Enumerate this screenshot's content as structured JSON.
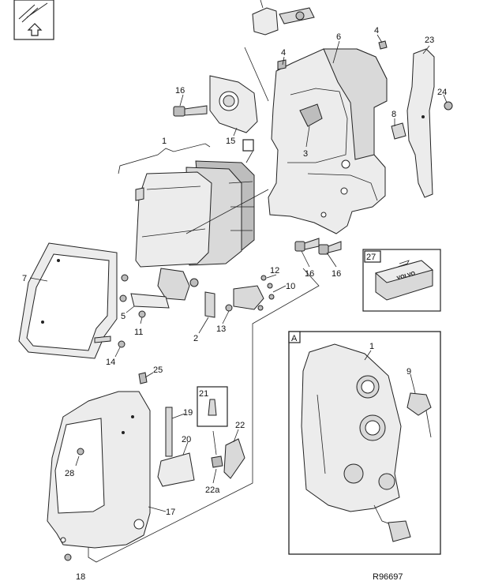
{
  "drawing_ref": "R96697",
  "detail_marker": "A",
  "labels": {
    "l1": "1",
    "l1b": "1",
    "l2": "2",
    "l3": "3",
    "l4a": "4",
    "l4b": "4",
    "l5": "5",
    "l6": "6",
    "l7": "7",
    "l8": "8",
    "l9": "9",
    "l10": "10",
    "l11": "11",
    "l12": "12",
    "l13": "13",
    "l14": "14",
    "l15": "15",
    "l16a": "16",
    "l16b": "16",
    "l16c": "16",
    "l17": "17",
    "l18": "18",
    "l19": "19",
    "l20": "20",
    "l21": "21",
    "l22": "22",
    "l22a": "22a",
    "l23": "23",
    "l24": "24",
    "l25": "25",
    "l27": "27",
    "l28": "28"
  },
  "case_text": "VOLVO"
}
